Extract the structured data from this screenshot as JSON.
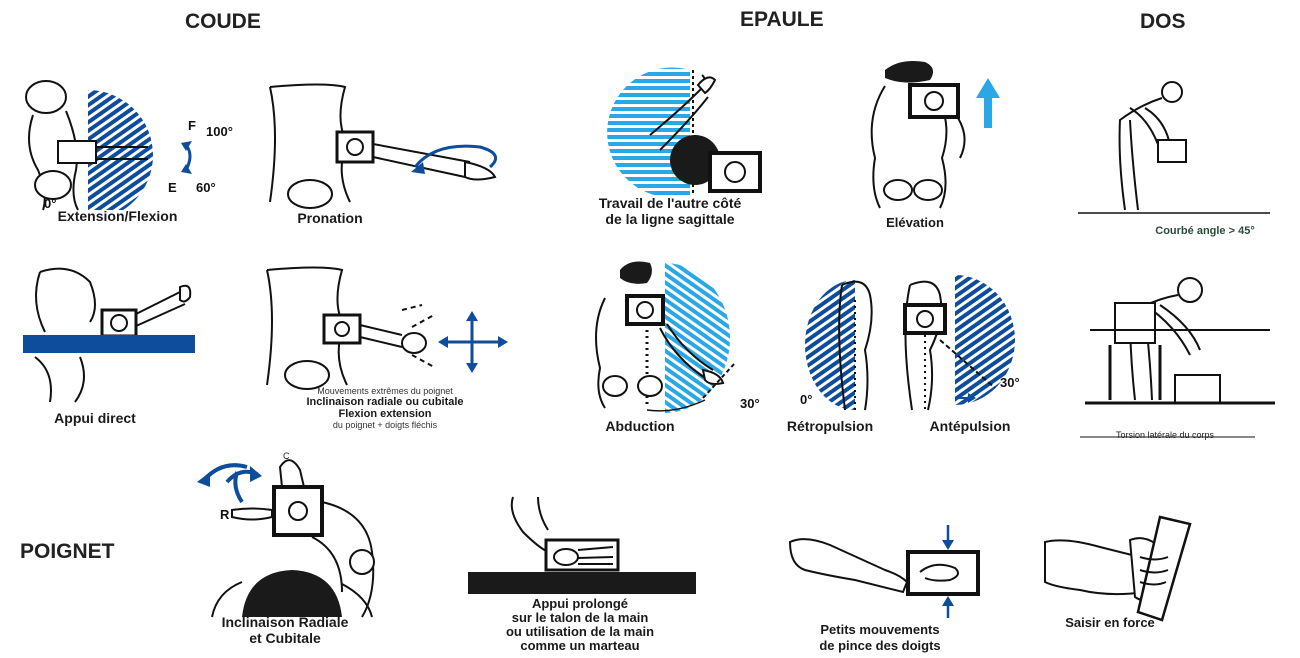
{
  "headers": {
    "coude": "COUDE",
    "epaule": "EPAULE",
    "dos": "DOS",
    "poignet": "POIGNET"
  },
  "coude": {
    "extension_flexion": {
      "caption": "Extension/Flexion",
      "f_label": "F",
      "f_angle": "100°",
      "e_label": "E",
      "e_angle": "60°",
      "zero": "0°"
    },
    "pronation": {
      "caption": "Pronation"
    },
    "appui_direct": {
      "caption": "Appui direct"
    },
    "mouvements": {
      "line1": "Mouvements extrêmes du poignet",
      "line2": "Inclinaison radiale ou cubitale",
      "line3": "Flexion extension",
      "line4": "du poignet + doigts fléchis"
    }
  },
  "epaule": {
    "travail": {
      "line1": "Travail de l'autre côté",
      "line2": "de la ligne sagittale"
    },
    "elevation": {
      "caption": "Elévation"
    },
    "abduction": {
      "caption": "Abduction",
      "angle": "30°"
    },
    "retropulsion": {
      "caption": "Rétropulsion",
      "angle": "0°"
    },
    "antepulsion": {
      "caption": "Antépulsion",
      "angle": "30°"
    }
  },
  "dos": {
    "courbe": {
      "caption": "Courbé angle > 45°"
    },
    "torsion": {
      "caption": "Torsion latérale du corps"
    }
  },
  "poignet": {
    "inclinaison": {
      "line1": "Inclinaison Radiale",
      "line2": "et Cubitale",
      "r_label": "R",
      "c_label": "C"
    },
    "appui_prolonge": {
      "line1": "Appui prolongé",
      "line2": "sur le talon de la main",
      "line3": "ou utilisation de la main",
      "line4": "comme un marteau"
    },
    "petits_mouvements": {
      "line1": "Petits mouvements",
      "line2": "de pince des doigts"
    },
    "saisir": {
      "caption": "Saisir en force"
    }
  },
  "colors": {
    "dark_blue": "#0d4d9c",
    "light_blue": "#2aa7e6",
    "ink": "#111111"
  }
}
